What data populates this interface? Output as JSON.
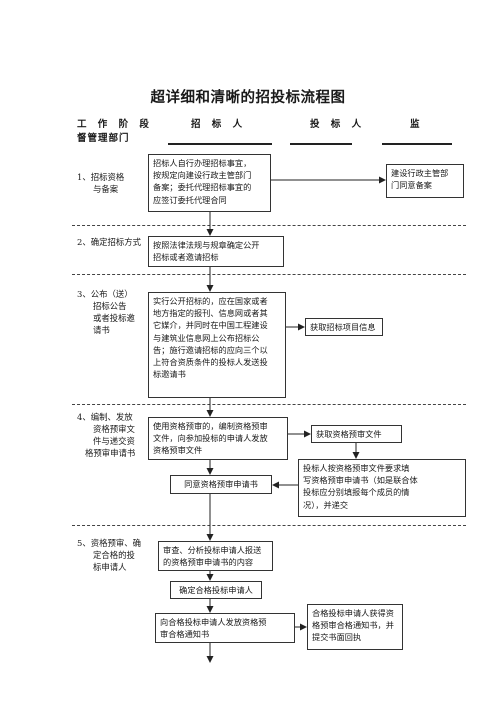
{
  "title": "超详细和清晰的招投标流程图",
  "header": {
    "stage_label": "工 作 阶 段",
    "tenderer_label": "招 标 人",
    "bidder_label": "投 标 人",
    "supervisor_label": "监",
    "supervisor_continued": "督管理部门"
  },
  "stages": [
    {
      "label": "1、招标资格\n      与备案"
    },
    {
      "label": "2、确定招标方式"
    },
    {
      "label": "3、公布（送）\n      招标公告\n      或者投标邀\n      请书"
    },
    {
      "label": "4、编制、发放\n      资格预审文\n      件与递交资\n   格预审申请书"
    },
    {
      "label": "5、资格预审、确\n      定合格的投\n      标申请人"
    }
  ],
  "boxes": {
    "self_or_agent": "招标人自行办理招标事宜，\n按规定向建设行政主管部门\n备案；委托代理招标事宜的\n应签订委托代理合同",
    "admin_approve": "建设行政主管部\n门同意备案",
    "method": "按照法律法规与规章确定公开\n招标或者邀请招标",
    "publish": "实行公开招标的，应在国家或者\n地方指定的报刊、信息网或者其\n它媒介，并同时在中国工程建设\n与建筑业信息网上公布招标公\n告；施行邀请招标的应向三个以\n上符合资质条件的投标人发送投\n标邀请书",
    "get_info": "获取招标项目信息",
    "prequal_docs": "使用资格预审的，编制资格预审\n文件，向参加投标的申请人发放\n资格预审文件",
    "get_prequal": "获取资格预审文件",
    "agree_application": "同意资格预审申请书",
    "submit_application": "投标人按资格预审文件要求填\n写资格预审申请书（如是联合体\n投标应分别填报每个成员的情\n况），并递交",
    "review": "审查、分析投标申请人报送\n的资格预审申请书的内容",
    "confirm_qualified": "确定合格投标申请人",
    "send_notice": "向合格投标申请人发放资格预\n审合格通知书",
    "receive_notice": "合格投标申请人获得资\n格预审合格通知书，并\n提交书面回执"
  }
}
